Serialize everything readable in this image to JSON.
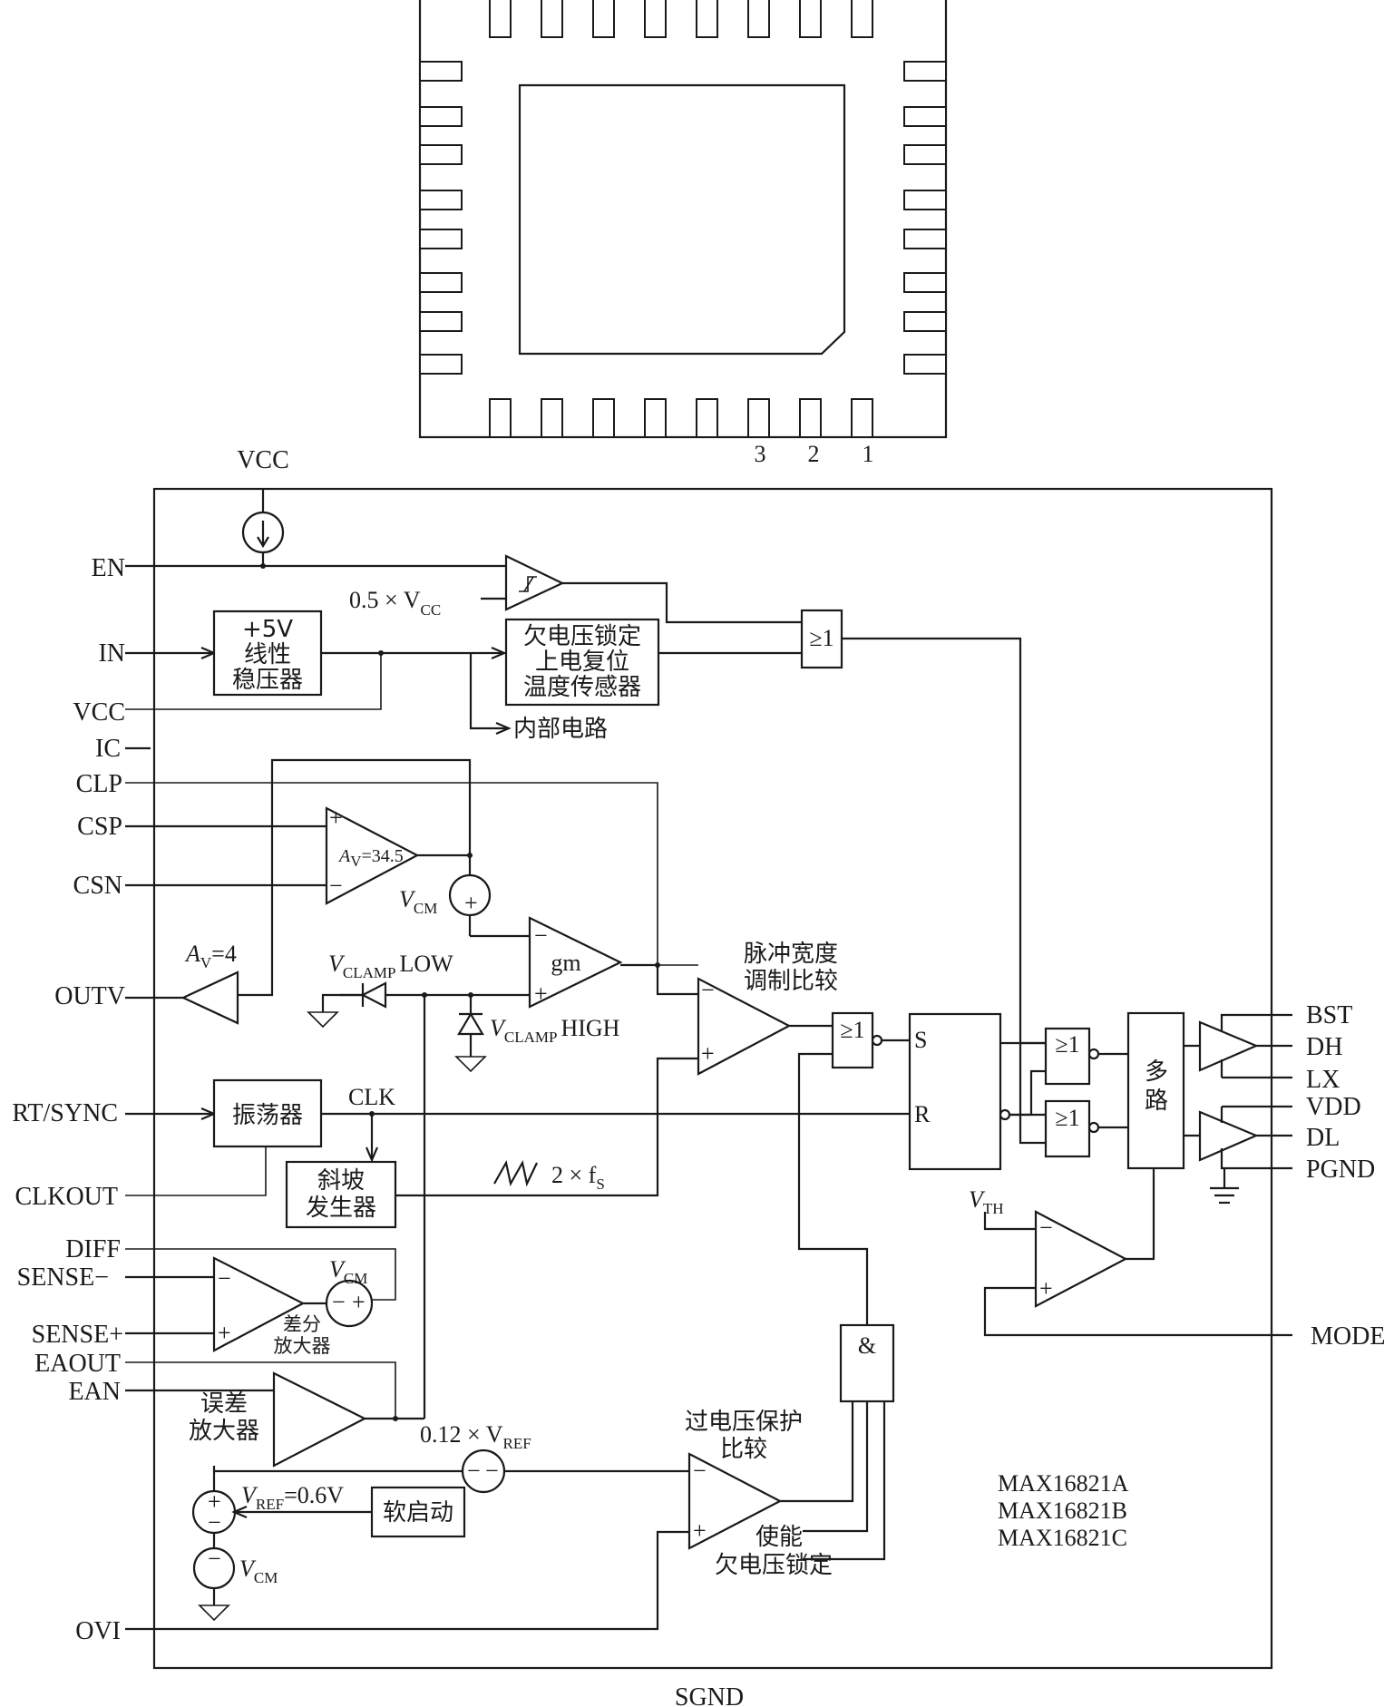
{
  "package": {
    "pin_numbers": [
      "3",
      "2",
      "1"
    ]
  },
  "pins_left": {
    "en": "EN",
    "in": "IN",
    "vcc": "VCC",
    "ic": "IC",
    "clp": "CLP",
    "csp": "CSP",
    "csn": "CSN",
    "outv": "OUTV",
    "rtsync": "RT/SYNC",
    "clkout": "CLKOUT",
    "diff": "DIFF",
    "sense_minus": "SENSE−",
    "sense_plus": "SENSE+",
    "eaout": "EAOUT",
    "ean": "EAN",
    "ovi": "OVI"
  },
  "pins_right": {
    "bst": "BST",
    "dh": "DH",
    "lx": "LX",
    "vdd": "VDD",
    "dl": "DL",
    "pgnd": "PGND",
    "mode": "MODE"
  },
  "pins_top_bottom": {
    "vcc_top": "VCC",
    "sgnd": "SGND"
  },
  "blocks": {
    "regulator": [
      "+5V",
      "线性",
      "稳压器"
    ],
    "uvlo": [
      "欠电压锁定",
      "上电复位",
      "温度传感器"
    ],
    "internal_circuit": "内部电路",
    "oscillator": "振荡器",
    "ramp": [
      "斜坡",
      "发生器"
    ],
    "soft_start": "软启动",
    "mux": [
      "多",
      "路"
    ],
    "and_gate": "&",
    "or_gate": "≥1"
  },
  "labels": {
    "en_threshold": "0.5 × V",
    "en_threshold_sub": "CC",
    "csa_gain": "A",
    "csa_gain_sub": "V",
    "csa_gain_val": "=34.5",
    "vcm": "V",
    "vcm_sub": "CM",
    "gm": "gm",
    "av4": "A",
    "av4_sub": "V",
    "av4_val": "=4",
    "vclamp_low": "V",
    "vclamp_low_sub": "CLAMP",
    "vclamp_low_tail": "LOW",
    "vclamp_high": "V",
    "vclamp_high_sub": "CLAMP",
    "vclamp_high_tail": "HIGH",
    "pwm_comp": [
      "脉冲宽度",
      "调制比较"
    ],
    "clk": "CLK",
    "fs": "2 × f",
    "fs_sub": "S",
    "set": "S",
    "reset": "R",
    "vth": "V",
    "vth_sub": "TH",
    "diff_amp": [
      "差分",
      "放大器"
    ],
    "error_amp": [
      "误差",
      "放大器"
    ],
    "vref_frac": "0.12 × V",
    "vref_frac_sub": "REF",
    "vref": "V",
    "vref_sub": "REF",
    "vref_val": "=0.6V",
    "ovp": [
      "过电压保护",
      "比较"
    ],
    "enable": "使能",
    "uvlo_short": "欠电压锁定",
    "part_numbers": [
      "MAX16821A",
      "MAX16821B",
      "MAX16821C"
    ]
  }
}
